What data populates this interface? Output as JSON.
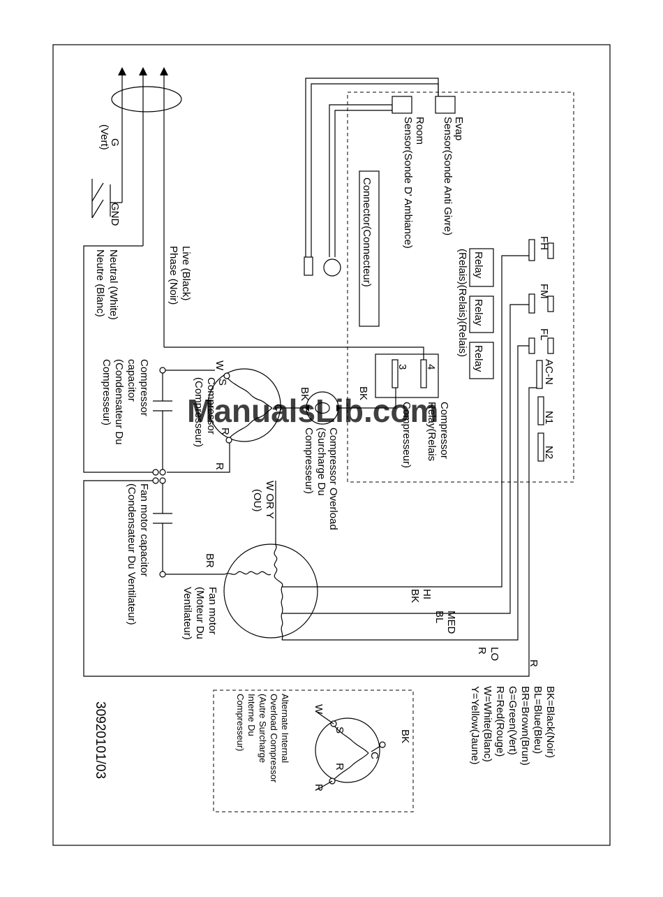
{
  "labels": {
    "evap": "Evap",
    "evap_sensor": "Sensor(Sonde Anti Givre)",
    "room": "Room",
    "room_sensor": "Sensor(Sonde D' Ambiance)",
    "connector": "Connector(Connecteur)",
    "g": "G",
    "g_vert": "(Vert)",
    "gnd": "GND",
    "live": "Live (Black)",
    "phase": "Phase (Noir)",
    "neutral": "Neutral (White)",
    "neutre": "Neutre (Blanc)",
    "fh": "FH",
    "fm": "FM",
    "fl": "FL",
    "relay": "Relay",
    "relais_line": "(Relais)(Relais)(Relais)",
    "acn": "AC-N",
    "n1": "N1",
    "n2": "N2",
    "pin4": "4",
    "pin3": "3",
    "bk": "BK",
    "comp_relay_1": "Compressor",
    "comp_relay_2": "Relay(Relais",
    "comp_relay_3": "Compresseur)",
    "comp_overload_1": "Compressor Overload",
    "comp_overload_2": "(Surcharge Du",
    "comp_overload_3": "Compresseur)",
    "comp_1": "Compressor",
    "comp_2": "(Compresseur)",
    "w": "W",
    "s": "S",
    "c": "C",
    "r": "R",
    "comp_cap_1": "Compressor",
    "comp_cap_2": "capacitor",
    "comp_cap_3": "(Condensateur Du",
    "comp_cap_4": "Compresseur)",
    "w_or_y": "W   OR   Y",
    "ou": "(OU)",
    "br": "BR",
    "fan_cap_1": "Fan motor capacitor",
    "fan_cap_2": "(Condensateur Du Ventilateur)",
    "fan_motor_1": "Fan motor",
    "fan_motor_2": "(Moteur Du",
    "fan_motor_3": "Ventilateur)",
    "hi": "HI",
    "med": "MED",
    "lo": "LO",
    "bl": "BL",
    "legend": [
      "BK=Black(Noir)",
      "BL=Blue(Bleu)",
      "BR=Brown(Brun)",
      "G=Green(Vert)",
      "R=Red(Rouge)",
      "W=White(Blanc)",
      "Y=Yellow(Jaune)"
    ],
    "alt_1": "Alternate Internal",
    "alt_2": "Overload Compressor",
    "alt_3": "(Autre Surcharge",
    "alt_4": "Interne Du",
    "alt_5": "Compresseur)",
    "part_number": "30920101/03",
    "watermark": "ManualsLib.com"
  }
}
